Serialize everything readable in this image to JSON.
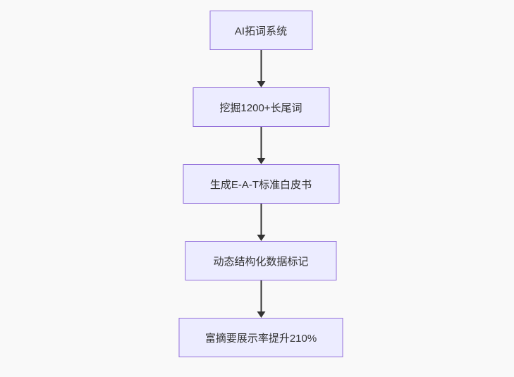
{
  "diagram": {
    "type": "flowchart",
    "direction": "top-down",
    "background": "#f9f9f9",
    "colors": {
      "node_fill": "#ECECFF",
      "node_border": "#9370DB",
      "edge": "#333333",
      "text": "#333333"
    },
    "nodes": [
      {
        "id": "n1",
        "label": "AI拓词系统"
      },
      {
        "id": "n2",
        "label": "挖掘1200+长尾词"
      },
      {
        "id": "n3",
        "label": "生成E-A-T标准白皮书"
      },
      {
        "id": "n4",
        "label": "动态结构化数据标记"
      },
      {
        "id": "n5",
        "label": "富摘要展示率提升210%"
      }
    ],
    "edges": [
      {
        "from": "n1",
        "to": "n2",
        "style": "arrow-down"
      },
      {
        "from": "n2",
        "to": "n3",
        "style": "arrow-down"
      },
      {
        "from": "n3",
        "to": "n4",
        "style": "arrow-down"
      },
      {
        "from": "n4",
        "to": "n5",
        "style": "arrow-down"
      }
    ]
  }
}
